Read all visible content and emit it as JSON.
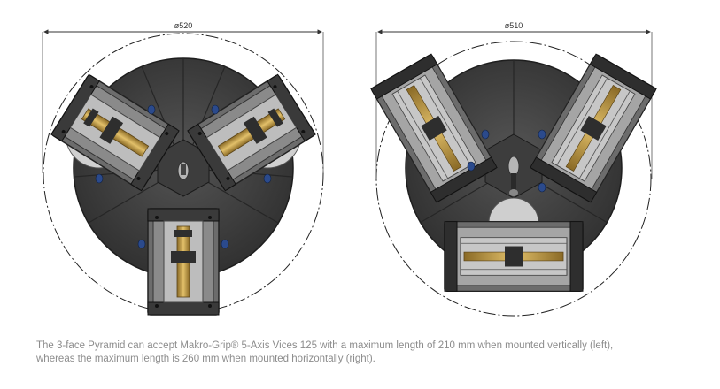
{
  "left_drawing": {
    "dimension_label": "ø520"
  },
  "right_drawing": {
    "dimension_label": "ø510"
  },
  "caption": {
    "line1": "The 3-face Pyramid can accept Makro-Grip® 5-Axis Vices 125 with a maximum length of 210 mm when mounted vertically (left),",
    "line2": "whereas the maximum length is 260 mm when mounted horizontally (right)."
  },
  "colors": {
    "base_dark": "#3a3a3a",
    "base_mid": "#4a4a4a",
    "vice_body": "#7a7a7a",
    "vice_dark": "#2e2e2e",
    "brass": "#c9a14a",
    "bolt_blue": "#2b4a8c"
  }
}
